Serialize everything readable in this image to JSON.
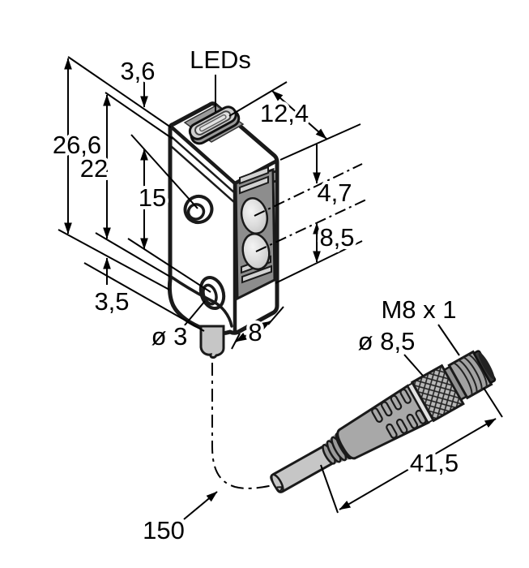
{
  "labels": {
    "leds": "LEDs",
    "top_section_height": "3,6",
    "overall_height": "26,6",
    "body_height": "22",
    "hole_spacing": "15",
    "bottom_section_height": "3,5",
    "housing_depth": "12,4",
    "lens_offset": "4,7",
    "lens_spacing": "8,5",
    "housing_width": "8",
    "mounting_hole_diameter": "ø 3",
    "connector_thread": "M8 x 1",
    "connector_diameter": "ø 8,5",
    "connector_length": "41,5",
    "cable_length": "150"
  },
  "colors": {
    "housing_yellow": "#FAC303",
    "face_panel_gray": "#8D8D8D",
    "lens_gray": "#D8D8D8",
    "led_recess_gray": "#9B9B9B",
    "connector_gray": "#A8A8A8",
    "knurl_gray": "#B8B8B8",
    "cable_gray": "#C6C6C6",
    "line_black": "#000000",
    "background": "#FFFFFF"
  }
}
